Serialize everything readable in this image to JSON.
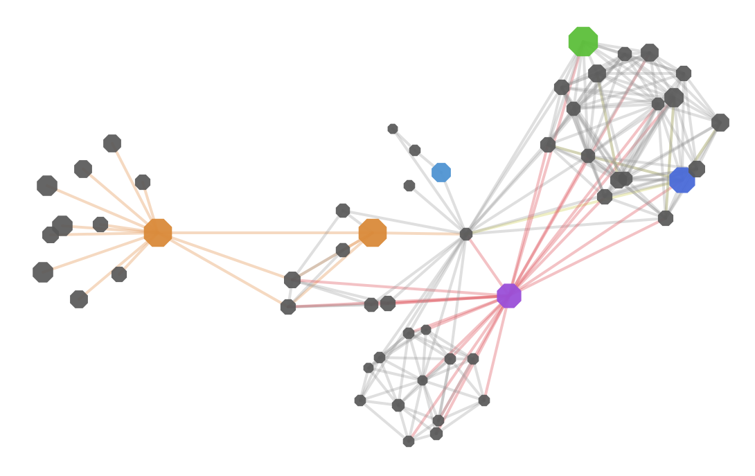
{
  "graph": {
    "node_colors": {
      "default": "#585858",
      "orange": "#d98a3a",
      "green": "#5cbf3a",
      "light-blue": "#4f93d2",
      "blue": "#4a6ad8",
      "purple": "#9a4fd8"
    },
    "edge_colors": {
      "gray": "rgba(150,150,150,0.3)",
      "orange": "rgba(230,160,100,0.4)",
      "red": "rgba(220,80,90,0.35)",
      "yellow": "rgba(215,215,110,0.4)"
    },
    "nodes": [
      {
        "id": 0,
        "color": "orange",
        "role": "hub"
      },
      {
        "id": 1
      },
      {
        "id": 2
      },
      {
        "id": 3
      },
      {
        "id": 4
      },
      {
        "id": 5
      },
      {
        "id": 6
      },
      {
        "id": 7
      },
      {
        "id": 8
      },
      {
        "id": 9
      },
      {
        "id": 10
      },
      {
        "id": 11,
        "color": "orange",
        "role": "hub"
      },
      {
        "id": 12
      },
      {
        "id": 13
      },
      {
        "id": 14
      },
      {
        "id": 15
      },
      {
        "id": 16
      },
      {
        "id": 17
      },
      {
        "id": 18,
        "role": "hub"
      },
      {
        "id": 19,
        "color": "light-blue"
      },
      {
        "id": 20
      },
      {
        "id": 21
      },
      {
        "id": 22
      },
      {
        "id": 23,
        "color": "purple",
        "role": "hub"
      },
      {
        "id": 24,
        "color": "green",
        "role": "hub"
      },
      {
        "id": 25,
        "color": "blue",
        "role": "hub"
      },
      {
        "id": 26
      },
      {
        "id": 27
      },
      {
        "id": 28
      },
      {
        "id": 29
      },
      {
        "id": 30
      },
      {
        "id": 31
      },
      {
        "id": 32
      },
      {
        "id": 33
      },
      {
        "id": 34
      },
      {
        "id": 35
      },
      {
        "id": 36
      },
      {
        "id": 37
      },
      {
        "id": 38
      },
      {
        "id": 39
      },
      {
        "id": 40
      },
      {
        "id": 41
      },
      {
        "id": 42
      },
      {
        "id": 43
      },
      {
        "id": 44
      },
      {
        "id": 45
      },
      {
        "id": 46
      },
      {
        "id": 47
      },
      {
        "id": 48
      },
      {
        "id": 49
      },
      {
        "id": 50
      },
      {
        "id": 51
      },
      {
        "id": 52
      },
      {
        "id": 53
      },
      {
        "id": 54
      }
    ],
    "edges": [
      [
        0,
        1,
        "orange"
      ],
      [
        0,
        2,
        "orange"
      ],
      [
        0,
        3,
        "orange"
      ],
      [
        0,
        4,
        "orange"
      ],
      [
        0,
        5,
        "orange"
      ],
      [
        0,
        6,
        "orange"
      ],
      [
        0,
        7,
        "orange"
      ],
      [
        0,
        8,
        "orange"
      ],
      [
        0,
        9,
        "orange"
      ],
      [
        0,
        10,
        "orange"
      ],
      [
        0,
        11,
        "orange"
      ],
      [
        0,
        14,
        "orange"
      ],
      [
        0,
        15,
        "orange"
      ],
      [
        11,
        12,
        "gray"
      ],
      [
        11,
        13,
        "orange"
      ],
      [
        11,
        14,
        "orange"
      ],
      [
        11,
        15,
        "orange"
      ],
      [
        11,
        18,
        "orange"
      ],
      [
        12,
        18,
        "gray"
      ],
      [
        12,
        14,
        "gray"
      ],
      [
        13,
        14,
        "gray"
      ],
      [
        13,
        15,
        "gray"
      ],
      [
        14,
        15,
        "gray"
      ],
      [
        14,
        16,
        "gray"
      ],
      [
        15,
        16,
        "gray"
      ],
      [
        15,
        17,
        "gray"
      ],
      [
        14,
        17,
        "gray"
      ],
      [
        14,
        23,
        "red"
      ],
      [
        15,
        23,
        "red"
      ],
      [
        16,
        23,
        "red"
      ],
      [
        17,
        23,
        "red"
      ],
      [
        18,
        19,
        "gray"
      ],
      [
        19,
        20,
        "gray"
      ],
      [
        20,
        21,
        "gray"
      ],
      [
        21,
        18,
        "gray"
      ],
      [
        22,
        18,
        "gray"
      ],
      [
        18,
        23,
        "red"
      ],
      [
        18,
        16,
        "gray"
      ],
      [
        18,
        17,
        "gray"
      ],
      [
        18,
        42,
        "gray"
      ],
      [
        18,
        44,
        "gray"
      ],
      [
        18,
        46,
        "gray"
      ],
      [
        18,
        48,
        "gray"
      ],
      [
        18,
        49,
        "gray"
      ],
      [
        18,
        24,
        "gray"
      ],
      [
        18,
        26,
        "gray"
      ],
      [
        18,
        30,
        "gray"
      ],
      [
        18,
        35,
        "gray"
      ],
      [
        18,
        36,
        "gray"
      ],
      [
        18,
        41,
        "gray"
      ],
      [
        18,
        25,
        "yellow"
      ],
      [
        18,
        39,
        "gray"
      ],
      [
        23,
        24,
        "red"
      ],
      [
        23,
        27,
        "red"
      ],
      [
        23,
        31,
        "red"
      ],
      [
        23,
        32,
        "red"
      ],
      [
        23,
        36,
        "red"
      ],
      [
        23,
        40,
        "red"
      ],
      [
        23,
        25,
        "red"
      ],
      [
        23,
        41,
        "red"
      ],
      [
        23,
        35,
        "red"
      ],
      [
        23,
        42,
        "red"
      ],
      [
        23,
        43,
        "red"
      ],
      [
        23,
        46,
        "red"
      ],
      [
        23,
        48,
        "red"
      ],
      [
        23,
        51,
        "red"
      ],
      [
        23,
        52,
        "red"
      ],
      [
        23,
        53,
        "red"
      ],
      [
        23,
        54,
        "red"
      ],
      [
        35,
        36,
        "yellow"
      ],
      [
        36,
        25,
        "yellow"
      ],
      [
        34,
        25,
        "yellow"
      ],
      [
        31,
        41,
        "yellow"
      ],
      [
        28,
        37,
        "yellow"
      ]
    ]
  }
}
